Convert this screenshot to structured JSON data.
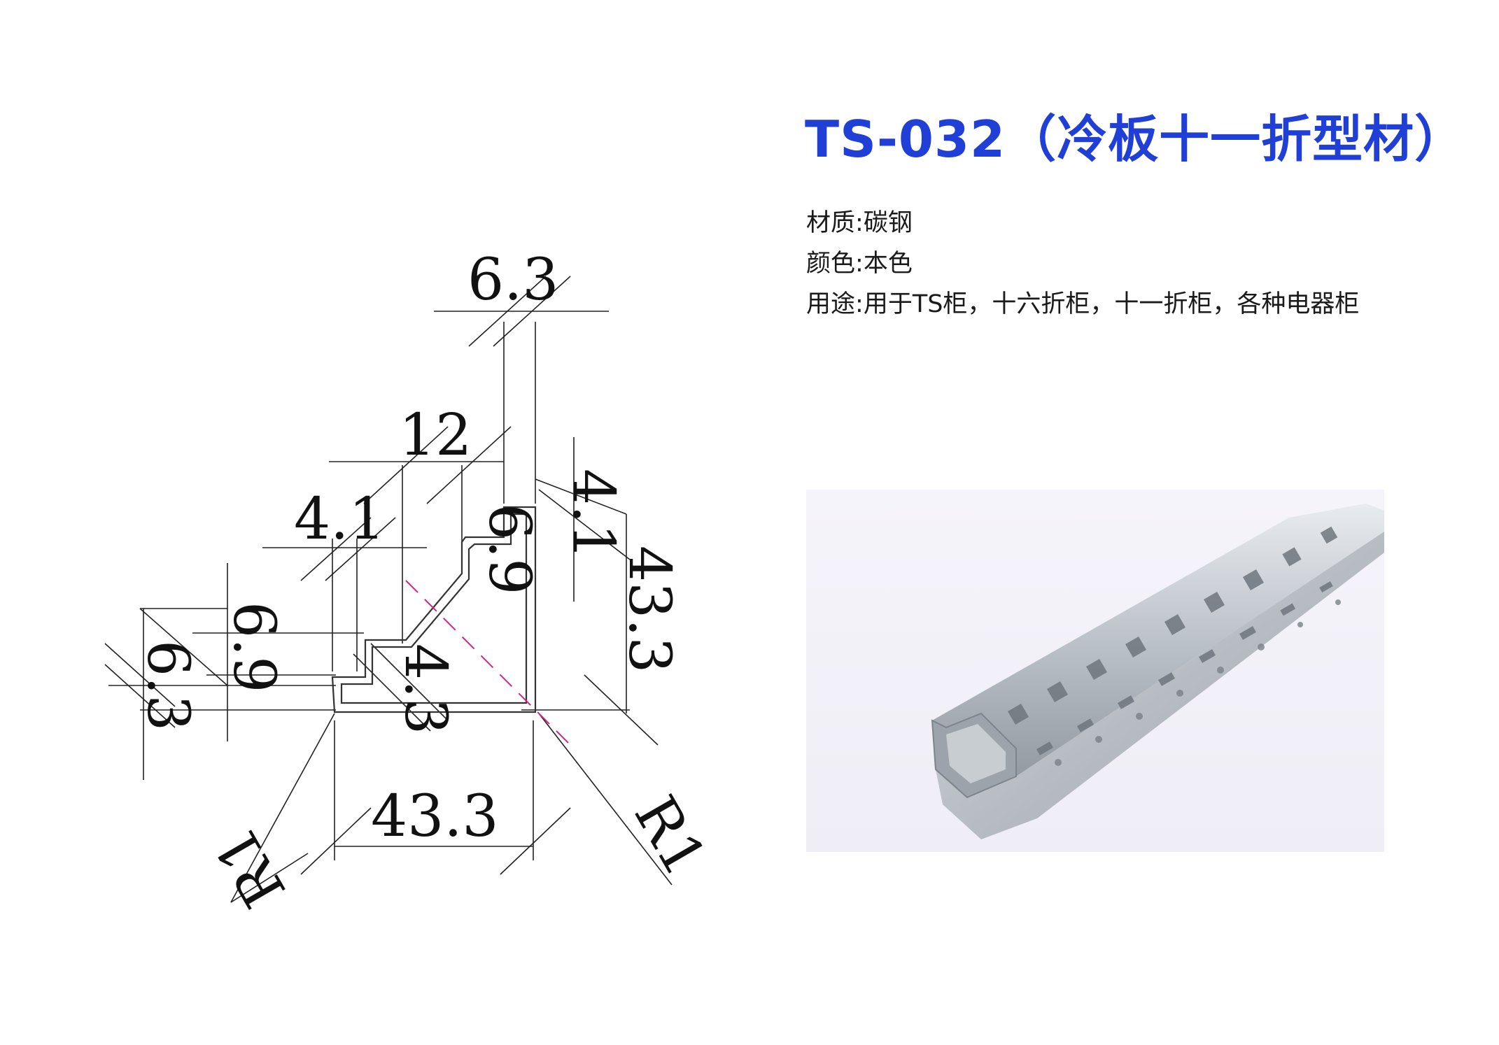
{
  "title": "TS-032（冷板十一折型材）",
  "specs": [
    {
      "label": "材质",
      "value": "碳钢"
    },
    {
      "label": "颜色",
      "value": "本色"
    },
    {
      "label": "用途",
      "value": "用于TS柜，十六折柜，十一折柜，各种电器柜"
    }
  ],
  "drawing": {
    "dim_top": "6.3",
    "dim_12": "12",
    "dim_4_1_left": "4.1",
    "dim_6_9_inner": "6.9",
    "dim_4_1_right": "4.1",
    "dim_43_3_right": "43.3",
    "dim_6_9_left": "6.9",
    "dim_6_3_left": "6.3",
    "dim_4_3": "4.3",
    "dim_43_3_bottom": "43.3",
    "radius_left": "R1",
    "radius_right": "R1"
  },
  "colors": {
    "title": "#1f3fd6",
    "centerline": "#e0207a"
  }
}
